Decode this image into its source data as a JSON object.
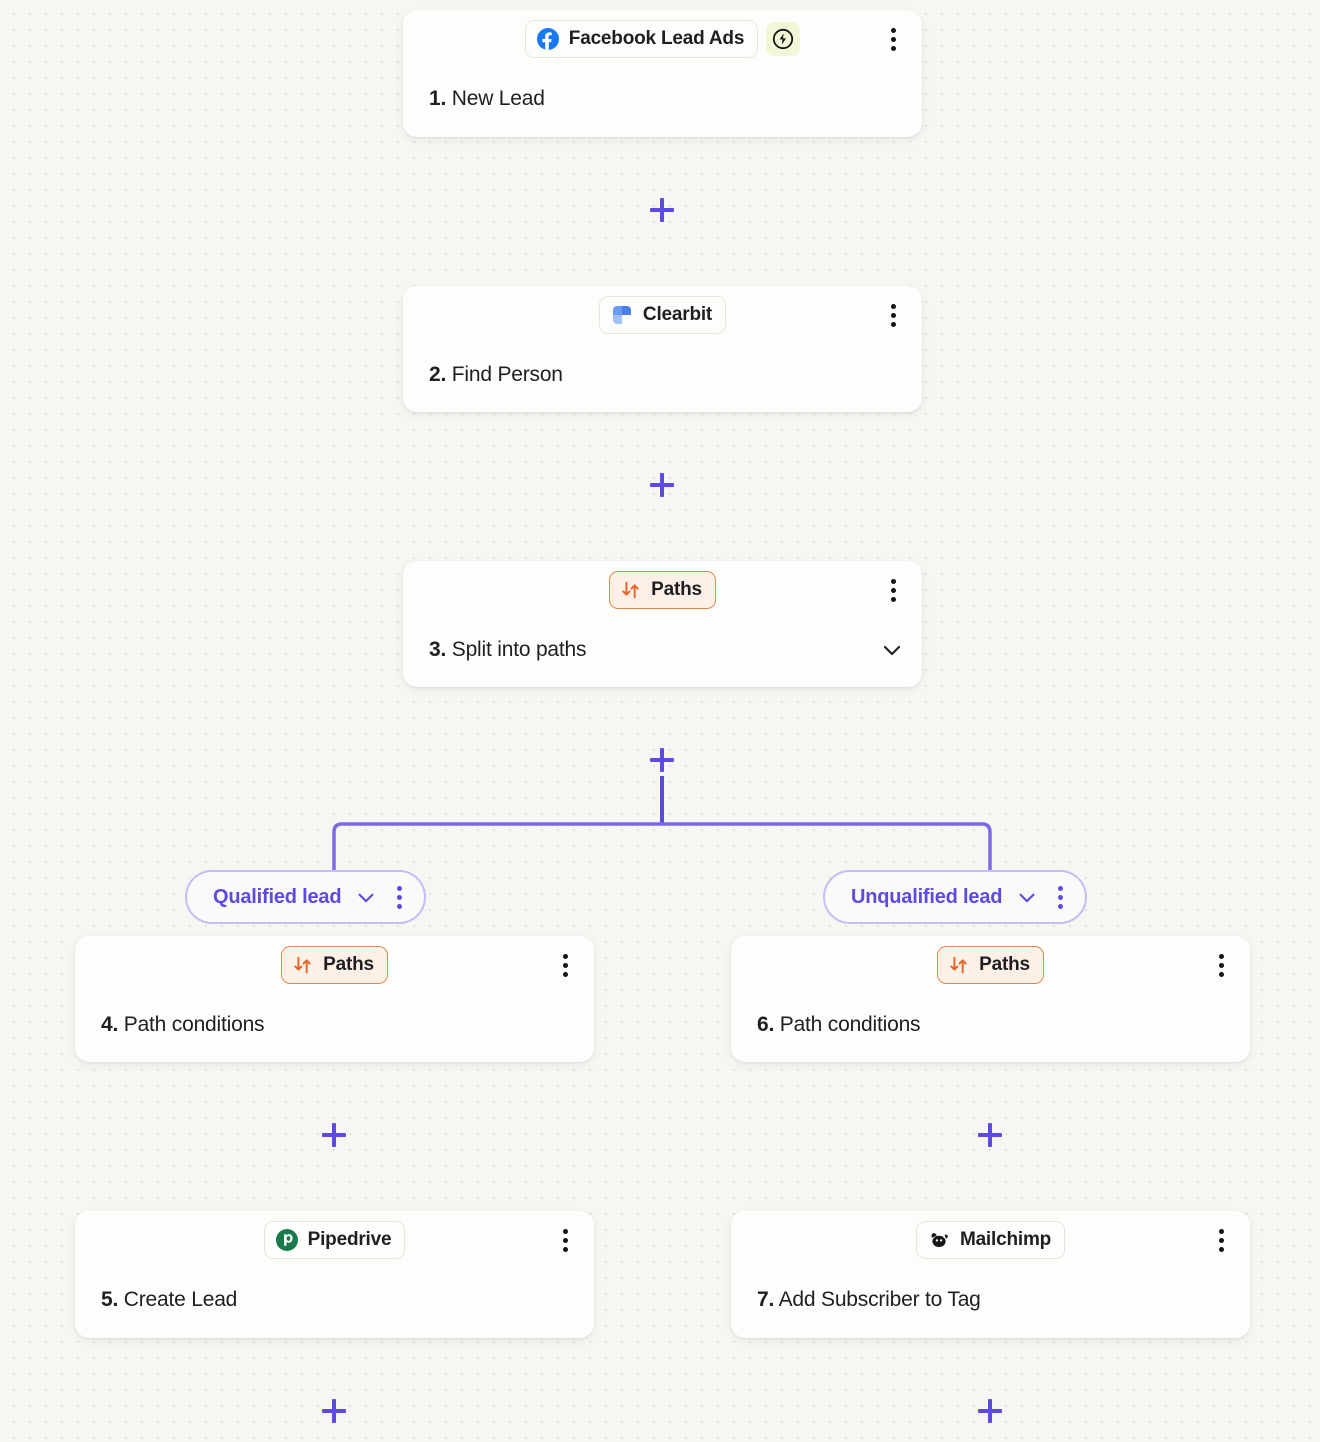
{
  "canvas": {
    "background": "#f7f6f3",
    "accent_purple": "#5b4be0",
    "pill_border": "#c5bdf5",
    "paths_orange": "#e08a52",
    "paths_bg": "#fdf0e7",
    "trigger_badge_bg": "#f2f7d8"
  },
  "nodes": [
    {
      "id": "node-1",
      "step": "1.",
      "title": "New Lead",
      "app": "Facebook Lead Ads",
      "icon": "facebook-icon",
      "badge": "lightning-trigger-icon",
      "has_trigger_badge": true,
      "has_chevron": false,
      "kind": "app"
    },
    {
      "id": "node-2",
      "step": "2.",
      "title": "Find Person",
      "app": "Clearbit",
      "icon": "clearbit-icon",
      "has_trigger_badge": false,
      "has_chevron": false,
      "kind": "app"
    },
    {
      "id": "node-3",
      "step": "3.",
      "title": "Split into paths",
      "app": "Paths",
      "icon": "paths-icon",
      "has_trigger_badge": false,
      "has_chevron": true,
      "kind": "paths"
    },
    {
      "id": "node-4",
      "step": "4.",
      "title": "Path conditions",
      "app": "Paths",
      "icon": "paths-icon",
      "has_trigger_badge": false,
      "has_chevron": false,
      "kind": "paths"
    },
    {
      "id": "node-5",
      "step": "5.",
      "title": "Create Lead",
      "app": "Pipedrive",
      "icon": "pipedrive-icon",
      "has_trigger_badge": false,
      "has_chevron": false,
      "kind": "app"
    },
    {
      "id": "node-6",
      "step": "6.",
      "title": "Path conditions",
      "app": "Paths",
      "icon": "paths-icon",
      "has_trigger_badge": false,
      "has_chevron": false,
      "kind": "paths"
    },
    {
      "id": "node-7",
      "step": "7.",
      "title": "Add Subscriber to Tag",
      "app": "Mailchimp",
      "icon": "mailchimp-icon",
      "has_trigger_badge": false,
      "has_chevron": false,
      "kind": "app"
    }
  ],
  "paths": [
    {
      "id": "path-left",
      "label": "Qualified lead"
    },
    {
      "id": "path-right",
      "label": "Unqualified lead"
    }
  ],
  "connectors": {
    "add_step_label": "+",
    "add_buttons": [
      {
        "id": "add-step-1-2"
      },
      {
        "id": "add-step-2-3"
      },
      {
        "id": "add-step-3-paths"
      },
      {
        "id": "add-step-4-5"
      },
      {
        "id": "add-step-5-end"
      },
      {
        "id": "add-step-6-7"
      },
      {
        "id": "add-step-7-end"
      }
    ]
  }
}
